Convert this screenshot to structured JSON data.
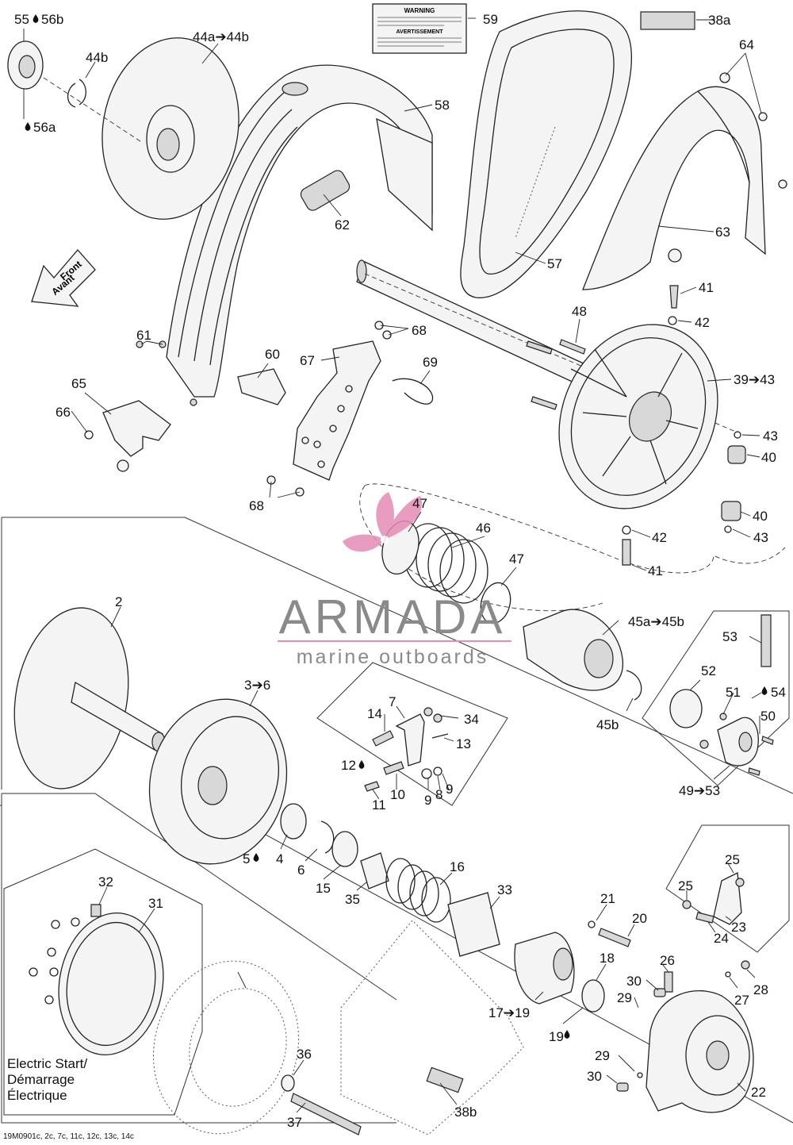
{
  "title": "",
  "drawing_code": "19M0901c, 2c, 7c, 11c, 12c, 13c, 14c",
  "watermark": {
    "name": "ARMADA",
    "tagline": "marine outboards",
    "accent_color": "#e58bb4",
    "text_color": "#8a8a8a"
  },
  "front_arrow": {
    "line1": "Front",
    "line2": "Avant"
  },
  "electric_start_note": {
    "line1": "Electric Start/",
    "line2": "Démarrage",
    "line3": "Électrique"
  },
  "warning_label": {
    "heading": "WARNING",
    "heading_fr": "AVERTISSEMENT"
  },
  "part_labels": {
    "p2": "2",
    "p3_6": "3➔6",
    "p4": "4",
    "p5": "5",
    "p6": "6",
    "p7": "7",
    "p8": "8",
    "p9a": "9",
    "p9b": "9",
    "p10": "10",
    "p11": "11",
    "p12": "12",
    "p13": "13",
    "p14": "14",
    "p15": "15",
    "p16": "16",
    "p17_19": "17➔19",
    "p18": "18",
    "p19": "19",
    "p20": "20",
    "p21": "21",
    "p22": "22",
    "p23": "23",
    "p24": "24",
    "p25a": "25",
    "p25b": "25",
    "p26": "26",
    "p27": "27",
    "p28": "28",
    "p29a": "29",
    "p29b": "29",
    "p30a": "30",
    "p30b": "30",
    "p31": "31",
    "p32": "32",
    "p33": "33",
    "p34": "34",
    "p35": "35",
    "p36": "36",
    "p37": "37",
    "p38a": "38a",
    "p38b": "38b",
    "p39_43": "39➔43",
    "p40a": "40",
    "p40b": "40",
    "p41a": "41",
    "p41b": "41",
    "p42a": "42",
    "p42b": "42",
    "p43a": "43",
    "p43b": "43",
    "p44a_44b": "44a➔44b",
    "p44b": "44b",
    "p45a_45b": "45a➔45b",
    "p45b": "45b",
    "p46": "46",
    "p47a": "47",
    "p47b": "47",
    "p48": "48",
    "p49_53": "49➔53",
    "p50": "50",
    "p51": "51",
    "p52": "52",
    "p53": "53",
    "p54": "54",
    "p55": "55",
    "p56a": "56a",
    "p56b": "56b",
    "p57": "57",
    "p58": "58",
    "p59": "59",
    "p60": "60",
    "p61": "61",
    "p62": "62",
    "p63": "63",
    "p64": "64",
    "p65": "65",
    "p66": "66",
    "p67": "67",
    "p68a": "68",
    "p68b": "68",
    "p69": "69"
  }
}
